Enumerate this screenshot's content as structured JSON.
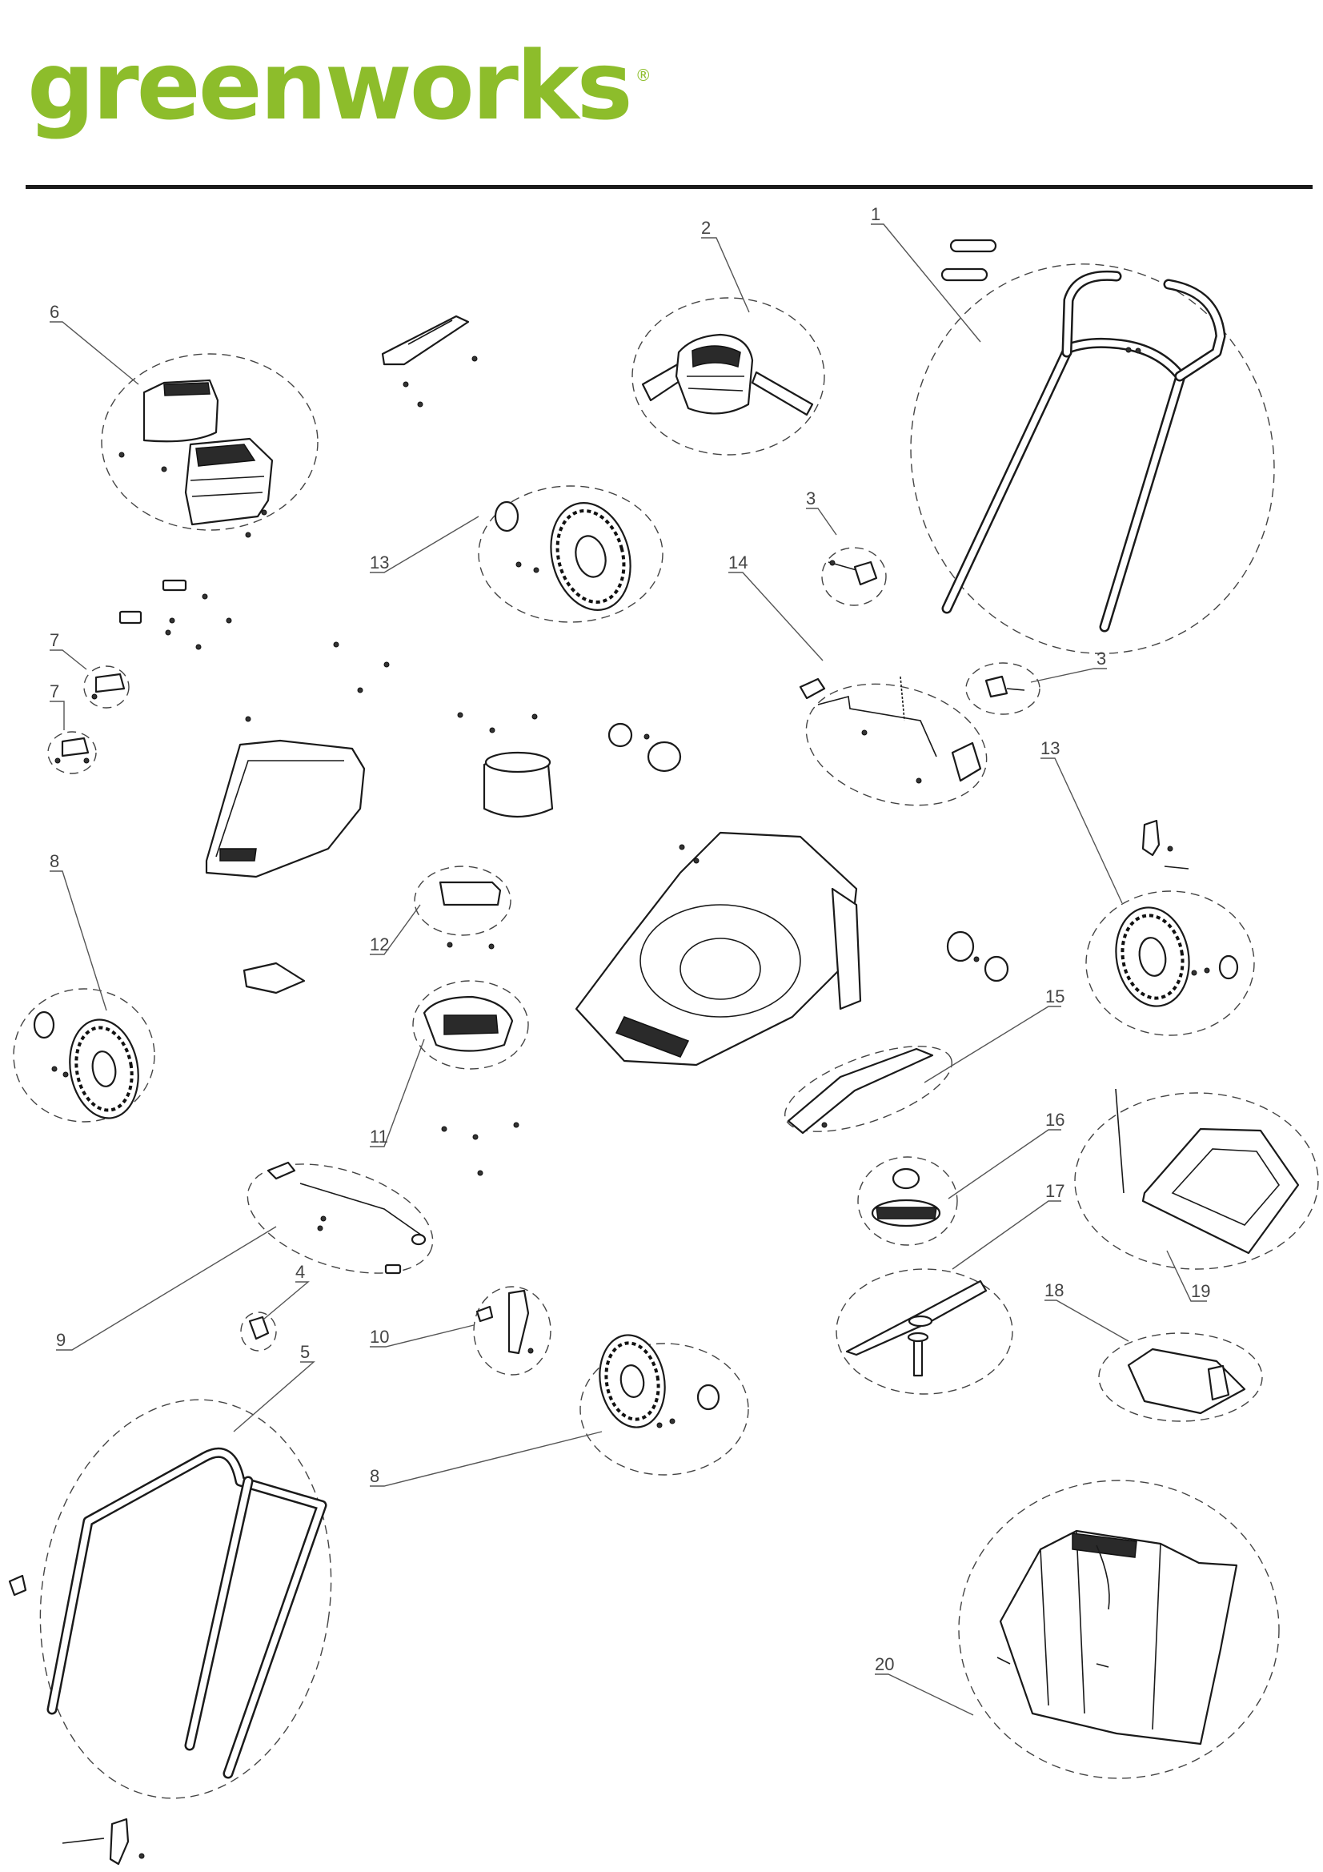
{
  "brand": {
    "name": "greenworks",
    "registered_mark": "®",
    "color": "#8dbd2b"
  },
  "callouts": [
    "1",
    "2",
    "3",
    "3",
    "4",
    "5",
    "6",
    "7",
    "7",
    "8",
    "8",
    "9",
    "10",
    "11",
    "12",
    "13",
    "13",
    "14",
    "15",
    "16",
    "17",
    "18",
    "19",
    "20"
  ]
}
